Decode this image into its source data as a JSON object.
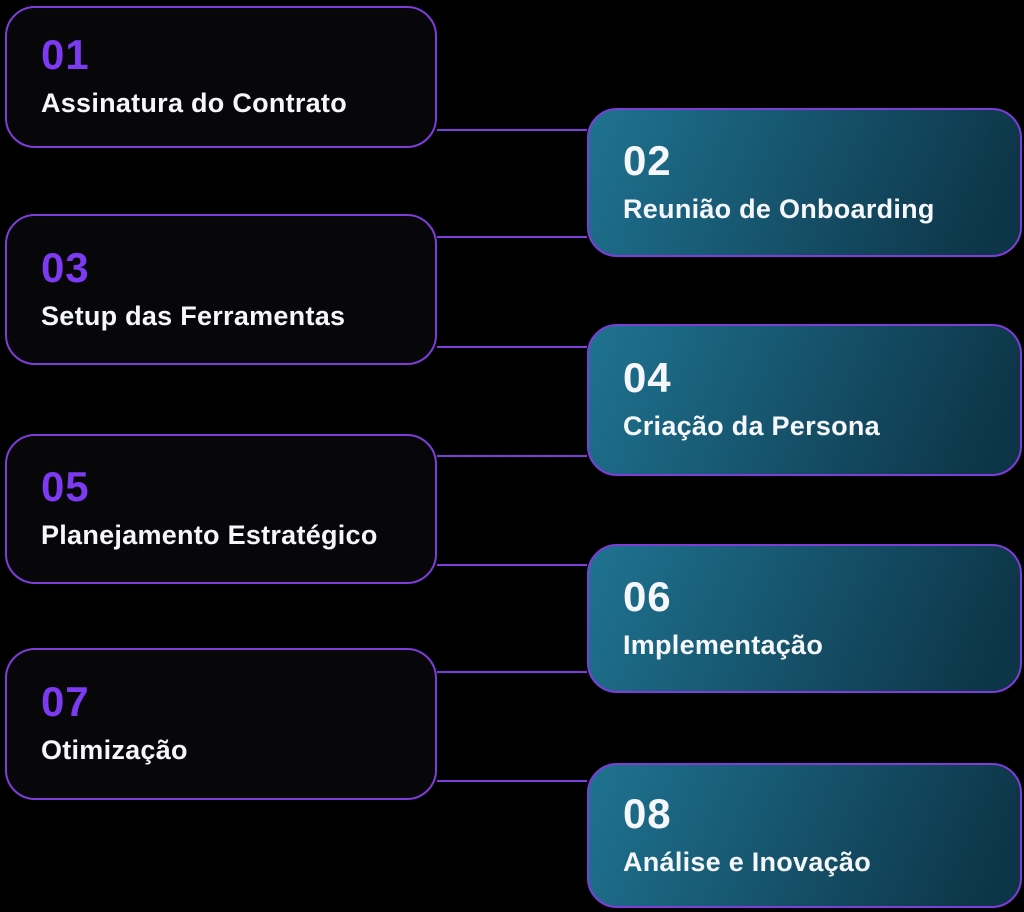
{
  "colors": {
    "background": "#000000",
    "accent_purple": "#7c3bf0",
    "border_purple": "#7e3cd8",
    "card_dark_bg": "#07070a",
    "teal_gradient_start": "#1f7391",
    "teal_gradient_end": "#0d3548",
    "text_white": "#f5f7fa"
  },
  "diagram": {
    "type": "process-flow",
    "language": "pt-BR"
  },
  "steps": [
    {
      "number": "01",
      "title": "Assinatura do Contrato",
      "side": "left"
    },
    {
      "number": "02",
      "title": "Reunião de Onboarding",
      "side": "right"
    },
    {
      "number": "03",
      "title": "Setup das Ferramentas",
      "side": "left"
    },
    {
      "number": "04",
      "title": "Criação da Persona",
      "side": "right"
    },
    {
      "number": "05",
      "title": "Planejamento Estratégico",
      "side": "left"
    },
    {
      "number": "06",
      "title": "Implementação",
      "side": "right"
    },
    {
      "number": "07",
      "title": "Otimização",
      "side": "left"
    },
    {
      "number": "08",
      "title": "Análise e Inovação",
      "side": "right"
    }
  ]
}
